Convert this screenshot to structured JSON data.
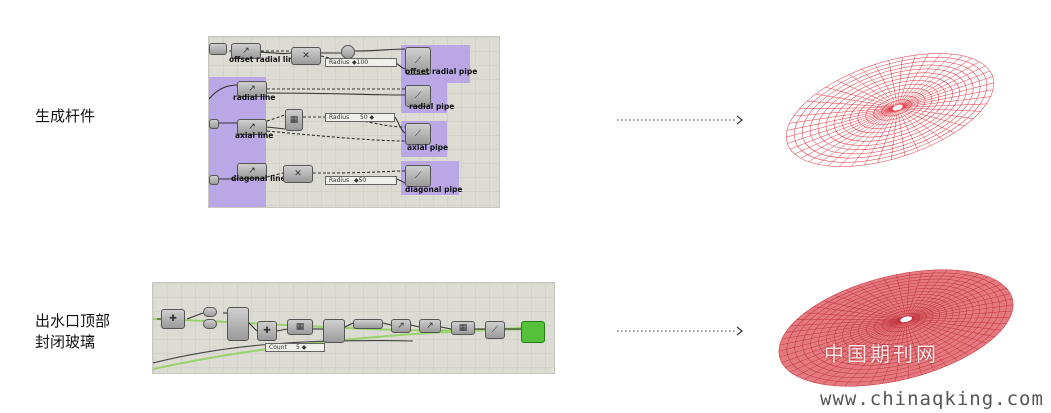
{
  "rows": [
    {
      "label": "生成杆件",
      "nodes": {
        "offset_radial_line": "offset radial line",
        "offset_radial_pipe": "offset radial pipe",
        "radial_line": "radial line",
        "radial_pipe": "radial pipe",
        "axial_line": "axial line",
        "axial_pipe": "axial pipe",
        "diagonal_line": "diagonal line",
        "diagonal_pipe": "diagonal pipe"
      },
      "sliders": [
        "Radius",
        "Radius",
        "Radius"
      ],
      "slider_values": [
        "◆100",
        "50 ◆",
        "◆50"
      ]
    },
    {
      "label_line1": "出水口顶部",
      "label_line2": "封闭玻璃",
      "slider_label": "Count",
      "slider_value": "5 ◆"
    }
  ],
  "watermark": "中国期刊网",
  "site": "www.chinaqking.com",
  "colors": {
    "group": "#b6a3e6",
    "canvas": "#dcdbd4",
    "mesh_light": "#e0303c",
    "mesh_fill": "#e47a80",
    "green": "#55c23a"
  }
}
